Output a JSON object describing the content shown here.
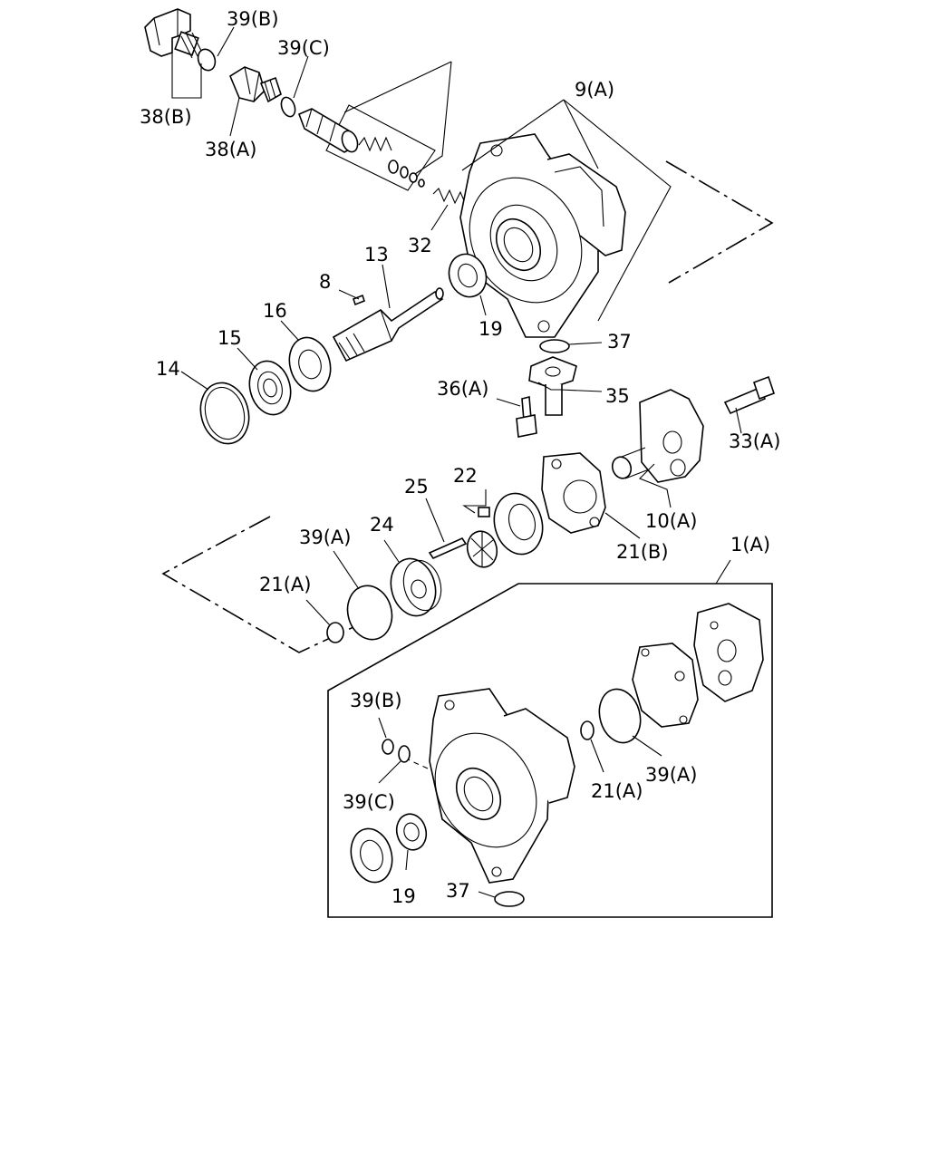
{
  "labels": {
    "l_39b_top": "39(B)",
    "l_39c_top": "39(C)",
    "l_38b": "38(B)",
    "l_38a": "38(A)",
    "l_9a": "9(A)",
    "l_32": "32",
    "l_13": "13",
    "l_8": "8",
    "l_16": "16",
    "l_15": "15",
    "l_14": "14",
    "l_19_top": "19",
    "l_37_top": "37",
    "l_36a": "36(A)",
    "l_35": "35",
    "l_33a": "33(A)",
    "l_22": "22",
    "l_25": "25",
    "l_10a": "10(A)",
    "l_21b": "21(B)",
    "l_39a_mid": "39(A)",
    "l_24": "24",
    "l_21a_mid": "21(A)",
    "l_1a": "1(A)",
    "l_39b_box": "39(B)",
    "l_39c_box": "39(C)",
    "l_19_box": "19",
    "l_37_box": "37",
    "l_21a_box": "21(A)",
    "l_39a_box": "39(A)"
  }
}
